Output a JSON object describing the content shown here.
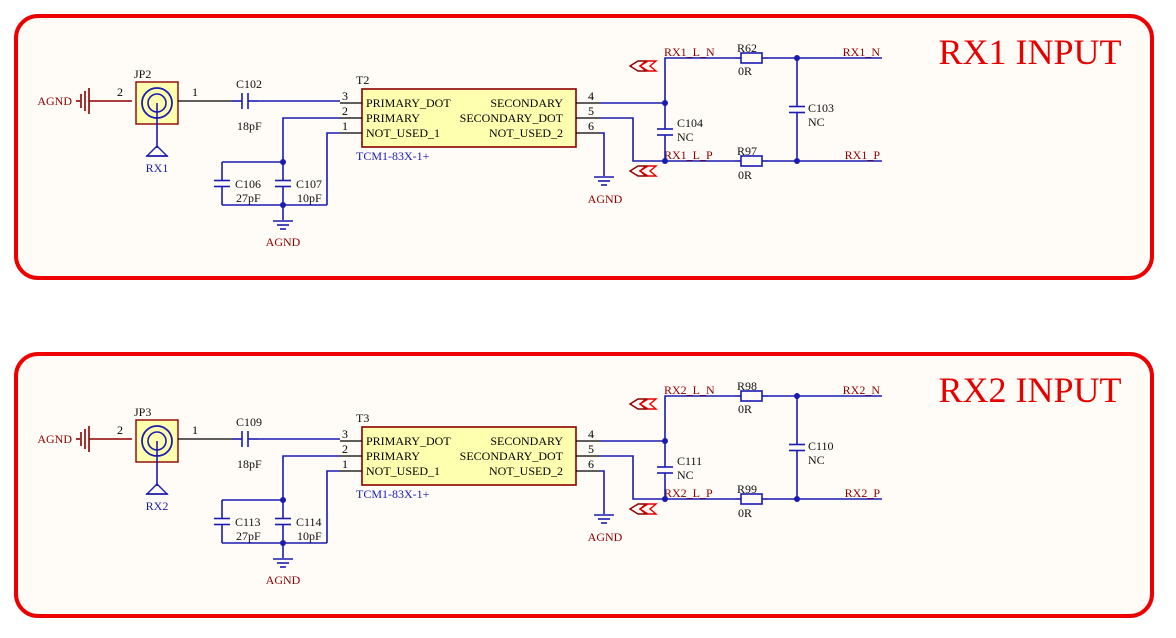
{
  "colors": {
    "frame_border": "#ee0000",
    "frame_fill": "#fffcf7",
    "wire": "#1b1bb0",
    "net_label": "#8b0000",
    "title": "#e60000",
    "transformer_fill": "#ffffb0",
    "transformer_border": "#8b0000"
  },
  "circuits": [
    {
      "title": "RX1 INPUT",
      "agnd_port": "AGND",
      "jp": "JP2",
      "jp_pin_left": "2",
      "jp_pin_right": "1",
      "rx": "RX1",
      "c_series": {
        "ref": "C102",
        "val": "18pF"
      },
      "c_shunt1": {
        "ref": "C106",
        "val": "27pF"
      },
      "c_shunt2": {
        "ref": "C107",
        "val": "10pF"
      },
      "gnd_left": "AGND",
      "gnd_mid": "AGND",
      "transformer": {
        "ref": "T2",
        "part": "TCM1-83X-1+",
        "left_pins": [
          "3",
          "2",
          "1"
        ],
        "right_pins": [
          "4",
          "5",
          "6"
        ],
        "left_labels": [
          "PRIMARY_DOT",
          "PRIMARY",
          "NOT_USED_1"
        ],
        "right_labels": [
          "SECONDARY",
          "SECONDARY_DOT",
          "NOT_USED_2"
        ]
      },
      "c_diff1": {
        "ref": "C104",
        "val": "NC"
      },
      "c_diff2": {
        "ref": "C103",
        "val": "NC"
      },
      "r_top": {
        "ref": "R62",
        "val": "0R"
      },
      "r_bot": {
        "ref": "R97",
        "val": "0R"
      },
      "net_n_int": "RX1_L_N",
      "net_p_int": "RX1_L_P",
      "net_n_out": "RX1_N",
      "net_p_out": "RX1_P"
    },
    {
      "title": "RX2 INPUT",
      "agnd_port": "AGND",
      "jp": "JP3",
      "jp_pin_left": "2",
      "jp_pin_right": "1",
      "rx": "RX2",
      "c_series": {
        "ref": "C109",
        "val": "18pF"
      },
      "c_shunt1": {
        "ref": "C113",
        "val": "27pF"
      },
      "c_shunt2": {
        "ref": "C114",
        "val": "10pF"
      },
      "gnd_left": "AGND",
      "gnd_mid": "AGND",
      "transformer": {
        "ref": "T3",
        "part": "TCM1-83X-1+",
        "left_pins": [
          "3",
          "2",
          "1"
        ],
        "right_pins": [
          "4",
          "5",
          "6"
        ],
        "left_labels": [
          "PRIMARY_DOT",
          "PRIMARY",
          "NOT_USED_1"
        ],
        "right_labels": [
          "SECONDARY",
          "SECONDARY_DOT",
          "NOT_USED_2"
        ]
      },
      "c_diff1": {
        "ref": "C111",
        "val": "NC"
      },
      "c_diff2": {
        "ref": "C110",
        "val": "NC"
      },
      "r_top": {
        "ref": "R98",
        "val": "0R"
      },
      "r_bot": {
        "ref": "R99",
        "val": "0R"
      },
      "net_n_int": "RX2_L_N",
      "net_p_int": "RX2_L_P",
      "net_n_out": "RX2_N",
      "net_p_out": "RX2_P"
    }
  ]
}
